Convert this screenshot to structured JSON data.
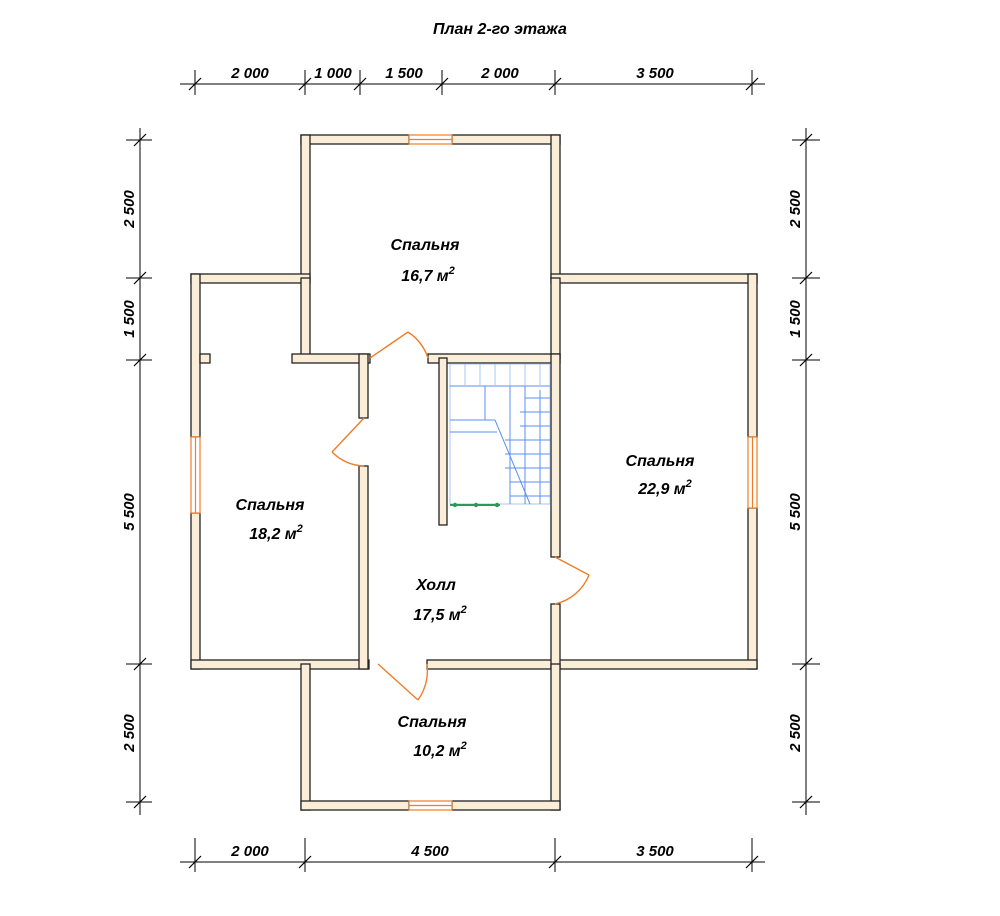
{
  "title": "План 2-го этажа",
  "dimensions": {
    "top": [
      "2 000",
      "1 000",
      "1 500",
      "2 000",
      "3 500"
    ],
    "bottom": [
      "2 000",
      "4 500",
      "3 500"
    ],
    "left": [
      "2 500",
      "1 500",
      "5 500",
      "2 500"
    ],
    "right": [
      "2 500",
      "1 500",
      "5 500",
      "2 500"
    ]
  },
  "rooms": [
    {
      "name": "Спальня",
      "area": "16,7 м",
      "unit_sup": "2"
    },
    {
      "name": "Спальня",
      "area": "18,2 м",
      "unit_sup": "2"
    },
    {
      "name": "Спальня",
      "area": "22,9 м",
      "unit_sup": "2"
    },
    {
      "name": "Холл",
      "area": "17,5 м",
      "unit_sup": "2"
    },
    {
      "name": "Спальня",
      "area": "10,2 м",
      "unit_sup": "2"
    }
  ],
  "colors": {
    "wall_fill": "#fbeed8",
    "door": "#f07d2a",
    "stair": "#5b8ff0"
  }
}
